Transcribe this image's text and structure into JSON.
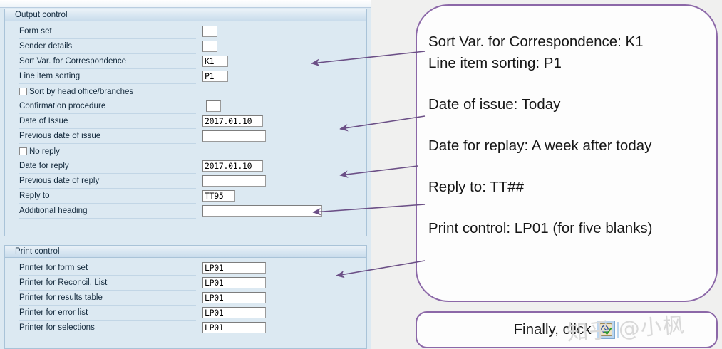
{
  "app": {
    "accent_purple": "#8c68a8",
    "panel_bg": "#dce9f2",
    "page_bg": "#f0f0ef"
  },
  "sap_form": {
    "sections": [
      {
        "id": "output-control",
        "title": "Output control",
        "rows": [
          {
            "kind": "field",
            "label": "Form set",
            "value": "",
            "width": "w-tiny"
          },
          {
            "kind": "field",
            "label": "Sender details",
            "value": "",
            "width": "w-tiny"
          },
          {
            "kind": "field",
            "label": "Sort Var. for Correspondence",
            "value": "K1",
            "width": "w-sm"
          },
          {
            "kind": "field",
            "label": "Line item sorting",
            "value": "P1",
            "width": "w-sm"
          },
          {
            "kind": "checkbox",
            "label": "Sort by head office/branches",
            "checked": false
          },
          {
            "kind": "field",
            "label": "Confirmation procedure",
            "value": "",
            "width": "w-tiny"
          },
          {
            "kind": "field",
            "label": "Date of Issue",
            "value": "2017.01.10",
            "width": "w-date"
          },
          {
            "kind": "field",
            "label": "Previous date of issue",
            "value": "",
            "width": "w-med"
          },
          {
            "kind": "checkbox",
            "label": "No reply",
            "checked": false
          },
          {
            "kind": "field",
            "label": "Date for reply",
            "value": "2017.01.10",
            "width": "w-date"
          },
          {
            "kind": "field",
            "label": "Previous date of reply",
            "value": "",
            "width": "w-med"
          },
          {
            "kind": "field",
            "label": "Reply to",
            "value": "TT95",
            "width": "w-sm"
          },
          {
            "kind": "field",
            "label": "Additional heading",
            "value": "",
            "width": "w-wide"
          }
        ]
      },
      {
        "id": "print-control",
        "title": "Print control",
        "rows": [
          {
            "kind": "field",
            "label": "Printer for form set",
            "value": "LP01",
            "width": "w-med"
          },
          {
            "kind": "field",
            "label": "Printer for Reconcil. List",
            "value": "LP01",
            "width": "w-med"
          },
          {
            "kind": "field",
            "label": "Printer for results table",
            "value": "LP01",
            "width": "w-med"
          },
          {
            "kind": "field",
            "label": "Printer for error list",
            "value": "LP01",
            "width": "w-med"
          },
          {
            "kind": "field",
            "label": "Printer for selections",
            "value": "LP01",
            "width": "w-med"
          }
        ]
      }
    ]
  },
  "annotations": {
    "main_notes": [
      "Sort Var. for Correspondence: K1",
      "Line item sorting: P1",
      "Date of issue: Today",
      "Date for replay: A week after today",
      "Reply to: TT##",
      "Print control: LP01 (for five blanks)"
    ],
    "bottom_note_prefix": "Finally, click",
    "bottom_note_suffix": "",
    "execute_icon_name": "execute-clock-check-icon"
  },
  "watermark": {
    "text": "知乎 @小枫"
  }
}
